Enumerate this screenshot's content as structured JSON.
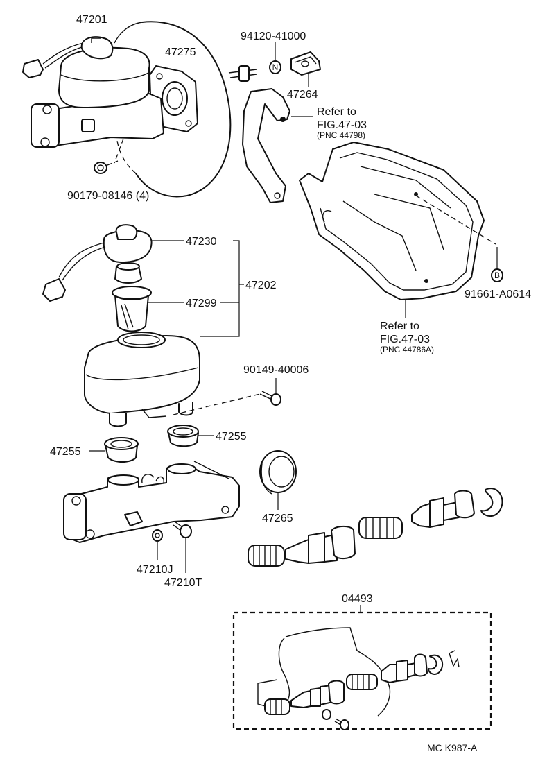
{
  "labels": {
    "p47201": "47201",
    "p47275": "47275",
    "p94120": "94120-41000",
    "p47264": "47264",
    "refer1_a": "Refer to",
    "refer1_b": "FIG.47-03",
    "refer1_c": "(PNC 44798)",
    "p90179": "90179-08146 (4)",
    "p47230": "47230",
    "p47202": "47202",
    "p47299": "47299",
    "p91661": "91661-A0614",
    "refer2_a": "Refer to",
    "refer2_b": "FIG.47-03",
    "refer2_c": "(PNC 44786A)",
    "p90149": "90149-40006",
    "p47255a": "47255",
    "p47255b": "47255",
    "p47265": "47265",
    "p47210J": "47210J",
    "p47210T": "47210T",
    "p04493": "04493",
    "code": "MC K987-A"
  },
  "markers": {
    "n": "N",
    "b": "B"
  }
}
